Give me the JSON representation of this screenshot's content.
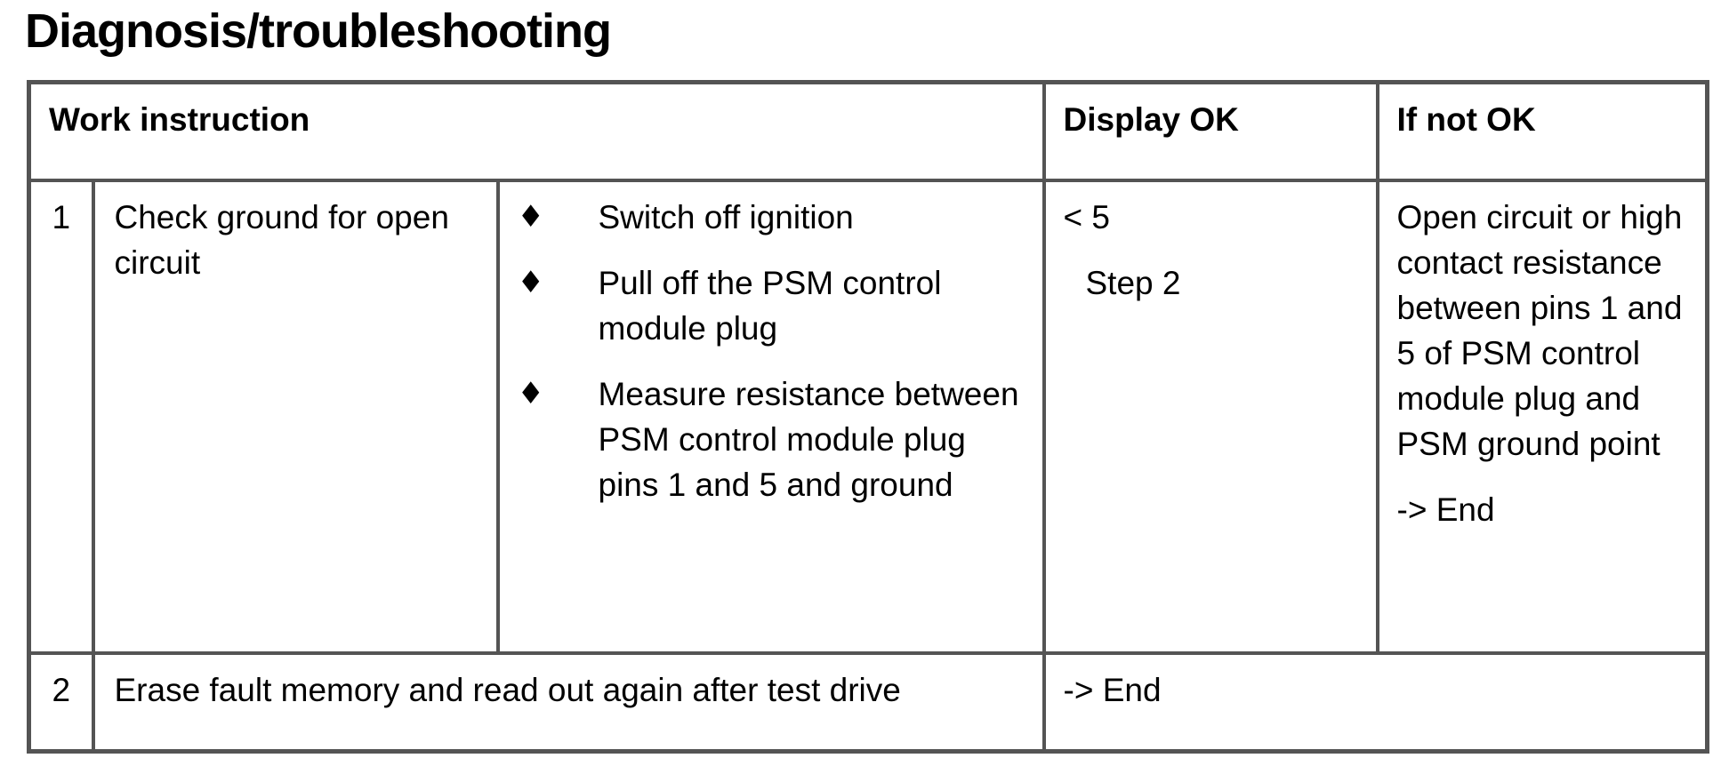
{
  "page": {
    "title": "Diagnosis/troubleshooting"
  },
  "bullet_char": "♦",
  "colors": {
    "border": "#545454",
    "text": "#000000",
    "background": "#ffffff"
  },
  "table": {
    "headers": {
      "work_instruction": "Work instruction",
      "display_ok": "Display OK",
      "if_not_ok": "If not OK"
    },
    "rows": [
      {
        "number": "1",
        "task": "Check ground for open circuit",
        "steps": [
          "Switch off ignition",
          "Pull off the PSM control module plug",
          "Measure resistance between PSM control module plug pins 1 and 5 and ground"
        ],
        "display_ok": {
          "value": "< 5",
          "next_step": "Step 2"
        },
        "if_not_ok": {
          "description": "Open circuit or high contact resistance between pins 1 and 5 of PSM control module plug and PSM ground point",
          "action": "-> End"
        }
      },
      {
        "number": "2",
        "task": "Erase fault memory and read out again after test drive",
        "result": "-> End"
      }
    ]
  }
}
